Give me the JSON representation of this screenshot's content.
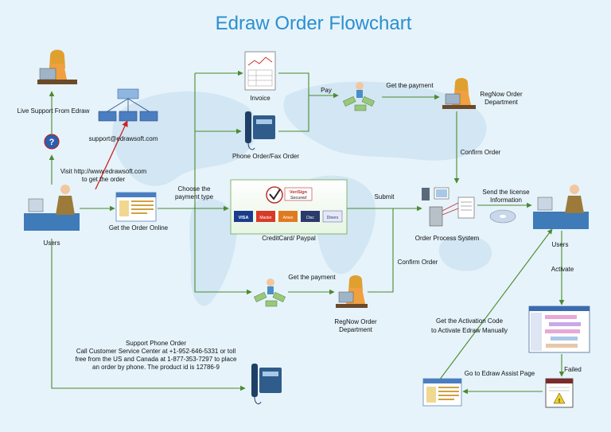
{
  "title": "Edraw Order Flowchart",
  "nodes": {
    "live_support": "Live Support From Edraw",
    "support_email": "support@edrawsoft.com",
    "visit_site": [
      "Visit http://www.edrawsoft.com",
      "to get the order"
    ],
    "users_left": "Users",
    "get_order_online": "Get the Order Online",
    "invoice": "Invoice",
    "phone_fax": "Phone Order/Fax Order",
    "credit_card": "CreditCard/ Paypal",
    "verisign": [
      "VeriSign",
      "Secured"
    ],
    "card_brands": [
      "VISA",
      "Master",
      "Amex",
      "Disc",
      "Diners"
    ],
    "order_system": "Order Process System",
    "regnow_top": [
      "RegNow Order",
      "Department"
    ],
    "regnow_bottom": [
      "RegNow Order",
      "Department"
    ],
    "users_right": "Users",
    "support_phone": [
      "Support Phone Order",
      "Call Customer Service Center at +1-952-646-5331 or toll",
      "free from the US and Canada at 1-877-353-7297 to place",
      "an order by phone. The product id is 12786-9"
    ],
    "activation": [
      "Get the Activation Code",
      "to Activate Edraw Manually"
    ],
    "assist_page": "Go to Edraw Assist Page"
  },
  "edges": {
    "pay": "Pay",
    "get_payment_top": "Get the payment",
    "choose_payment": [
      "Choose the",
      "payment type"
    ],
    "submit": "Submit",
    "confirm_top": "Confirm Order",
    "confirm_bottom": "Confirm Order",
    "get_payment_bottom": "Get the payment",
    "send_license": [
      "Send the license",
      "Information"
    ],
    "activate": "Activate",
    "failed": "Failed"
  },
  "colors": {
    "title": "#2a8fcf",
    "edge": "#4b8a2e",
    "email_arrow": "#cc2222",
    "background": "#e6f3fb"
  }
}
